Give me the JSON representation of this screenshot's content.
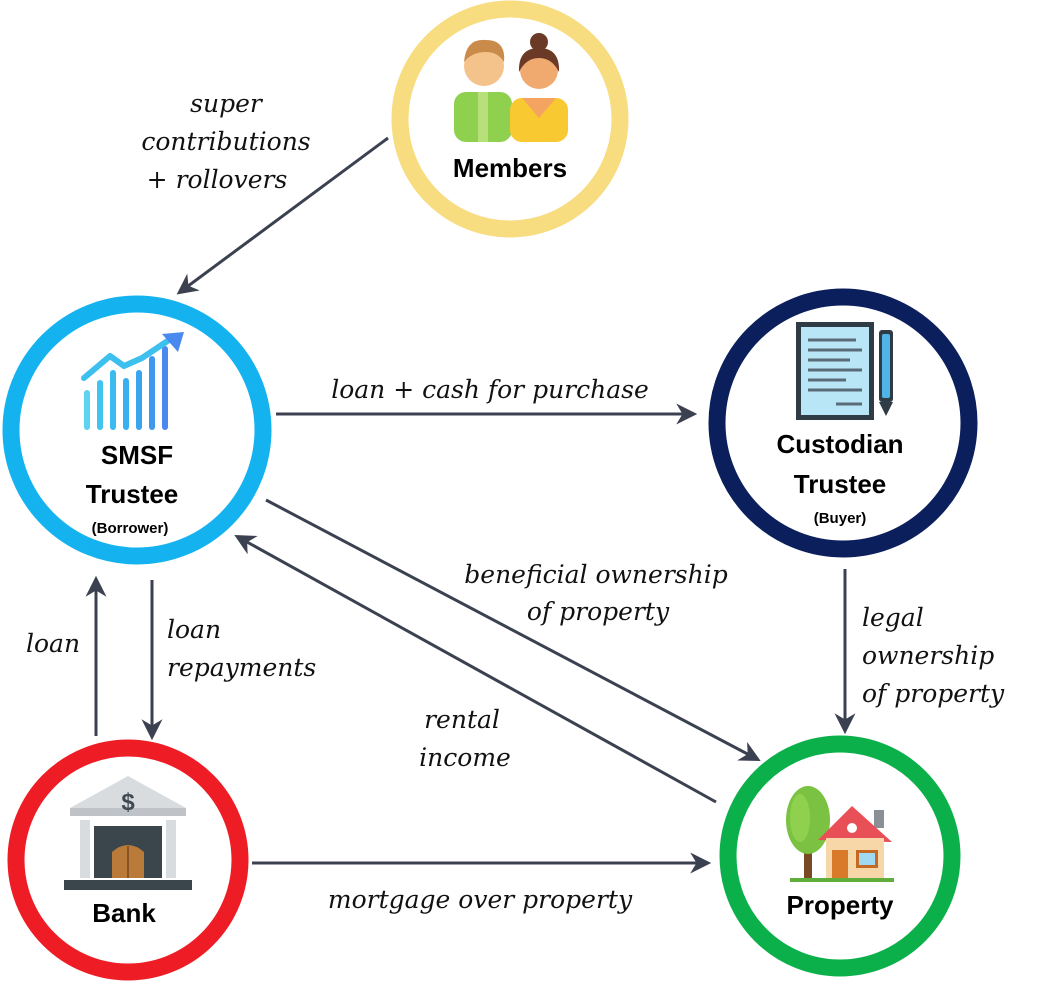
{
  "nodes": {
    "members": {
      "title": "Members",
      "color": "#f8dc80",
      "icon": "people-icon"
    },
    "smsf": {
      "title_line1": "SMSF",
      "title_line2": "Trustee",
      "subtitle": "(Borrower)",
      "color": "#14b3ef",
      "icon": "growth-chart-icon"
    },
    "custodian": {
      "title_line1": "Custodian",
      "title_line2": "Trustee",
      "subtitle": "(Buyer)",
      "color": "#0b1f5c",
      "icon": "contract-document-icon"
    },
    "bank": {
      "title": "Bank",
      "color": "#ee1c24",
      "icon": "bank-building-icon"
    },
    "property": {
      "title": "Property",
      "color": "#0cb04a",
      "icon": "house-tree-icon"
    }
  },
  "edges": {
    "contributions": {
      "line1": "super",
      "line2": "contributions",
      "line3": "+ rollovers"
    },
    "loan_cash": {
      "line1": "loan + cash for purchase"
    },
    "beneficial": {
      "line1": "beneficial ownership",
      "line2": "of property"
    },
    "rental": {
      "line1": "rental",
      "line2": "income"
    },
    "legal": {
      "line1": "legal",
      "line2": "ownership",
      "line3": "of property"
    },
    "loan": {
      "line1": "loan"
    },
    "repayments": {
      "line1": "loan",
      "line2": "repayments"
    },
    "mortgage": {
      "line1": "mortgage over property"
    }
  },
  "edge_color": "#3b4150"
}
